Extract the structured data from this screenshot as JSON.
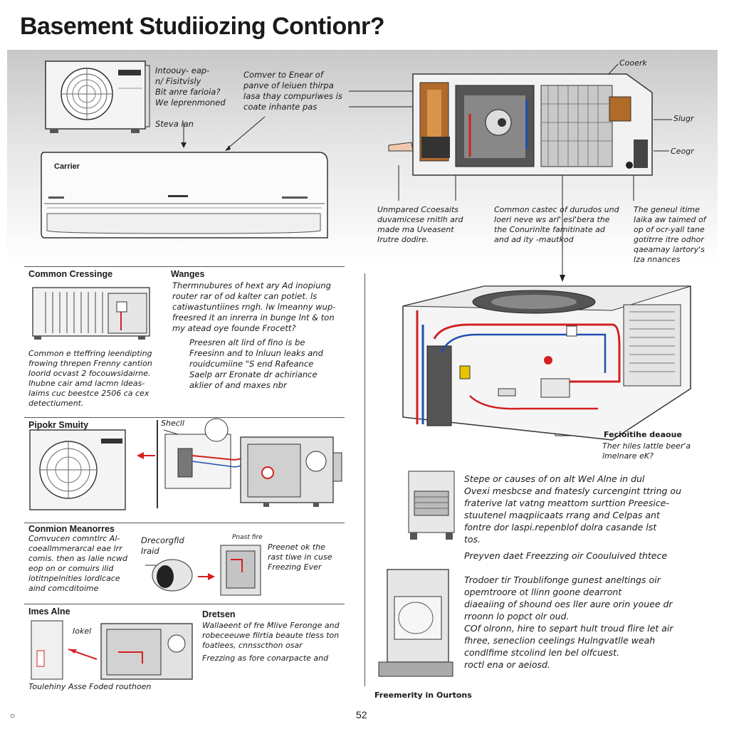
{
  "title": "Basement Studiiozing Contionr?",
  "hero": {
    "outdoor_note": "Intoouy- eap-\nn/ Fisitvisly\nBit anre farioia?\nWe leprenmoned\n\nSteva lan",
    "callout_note": "Comver to Enear of\npanve of leiuen thirpa\nIasa thay compuriwes is\ncoate inhante pas",
    "indoor_brand": "Carrier",
    "cutaway_labels": {
      "top": "Cooerk",
      "mid": "Slugr",
      "low": "Ceogr"
    },
    "col1": "Unmpared Ccoesaits\nduvamicese rnitlh ard\nmade ma Uveasent\nIrutre dodire.",
    "col2": "Common castec of durudos und\nIoeri neve ws arl' esl'bera the\nthe Conurinlte famitinate ad\nand ad ity -mautkod",
    "col3": "The geneul itime\nIaika aw taimed of\nop of ocr-yall tane\ngotitrre itre odhor\nqaeamay lartory's\nIza nnances"
  },
  "left": {
    "s1_head": "Common Cressinge",
    "s1_sub": "Wanges",
    "s1_para1": "Thermnubures of hext ary Ad inopiung\nrouter rar of od kalter can potiet. ls\ncatiwastuntiines rngh. lw lmeanny wup-\nfreesred it an inrerra in bunge lnt & ton\nmy atead oye founde Frocett?",
    "s1_para2": "Preesren alt lird of fino is be\nFreesinn and to lnluun leaks and\nrouidcumiine \"S end Rafeance\nSaelp arr Eronate dr achiriance\naklier of and maxes nbr",
    "s1_caption": "Common e tteffring leendipting\nfrowing threpen Frenny cantion\nIoorid ocvast 2 focouwsidairne.\nlhubne cair amd lacmn ldeas-\nlaims cuc beestce 2506 ca cex\ndetectiument.",
    "s2_head": "Pipokr Smuity",
    "s2_sub": "Shecll",
    "s3_head": "Conmion Meanorres",
    "s3_para": "Comvucen comntlrc Al-\ncoeallmmerarcal eae lrr\ncomis. then as lalie ncwd\neop on or comuirs ilid\nlotitnpelnities lordlcace\naind comcditoime",
    "s3_label": "Drecorgfid\nIraid",
    "s3_label2": "Pnast fire",
    "s3_note": "Preenet ok the\nrast tiwe in cuse\nFreezing Ever",
    "s4_head": "Imes Alne",
    "s4_label": "Iokel",
    "s4_sub": "Dretsen",
    "s4_para": "Wallaeent of fre Mlive Feronge and\nrobeceeuwe filrtia beaute tless ton\nfoatlees, cnnsscthon osar",
    "s4_para2": "Frezzing as fore conarpacte and",
    "s4_caption": "Toulehiny Asse Foded routhoen"
  },
  "right": {
    "callout_title": "Fecioitihe deaoue",
    "callout_text": "Ther hiles lattle beer'a\nlmelnare eK?",
    "para1": "Stepe or causes of on alt Wel Alne in dul\nOvexi mesbcse and fnatesly curcengint ttring ou\nfraterive lat vatng meattom surttion Preesice-\nstuutenel maqpiicaats rrang and Celpas ant\nfontre dor laspi.repenblof dolra casande lst\ntos.",
    "para1_tail": "Preyven daet Freezzing oir Coouluived thtece",
    "para2": "Trodoer tir Troublifonge gunest aneltings oir\nopemtroore ot llinn goone dearront\ndiaeaiing of shound oes ller aure orin youee dr\nrroonn lo popct olr oud.\nCOf olronn, hire to separt hult troud flire let air\nfhree, seneclion ceelings Hulngvatlle weah\ncondlfime stcolind len bel olfcuest.\nroctl ena or aeiosd.",
    "caption": "Freemerity in Ourtons"
  },
  "footer": {
    "page_number": "52"
  },
  "colors": {
    "hot_pipe": "#d32020",
    "cold_pipe": "#2050b0",
    "band_top": "#c8c8c8",
    "arrow_red": "#d81e1e"
  },
  "icons": [
    "outdoor-unit-illustration",
    "indoor-wall-unit-illustration",
    "cutaway-unit-illustration",
    "piping-diagram-illustration",
    "heater-device-illustration",
    "wiring-box-illustration"
  ]
}
